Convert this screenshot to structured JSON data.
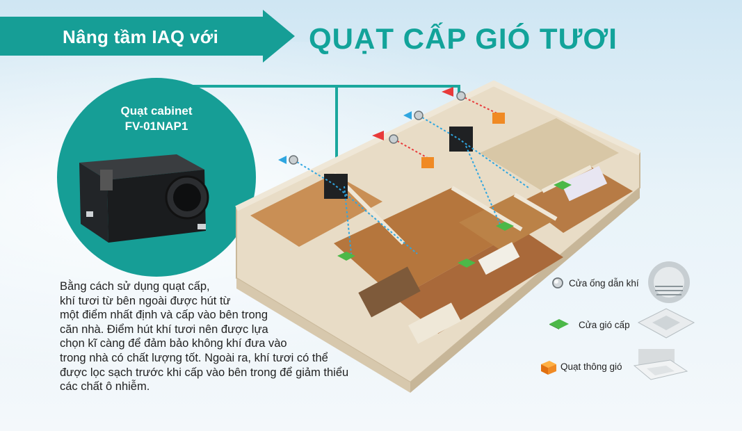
{
  "header": {
    "banner_text": "Nâng tầm IAQ với",
    "title": "QUẠT CẤP GIÓ TƯƠI",
    "accent_color": "#169e96"
  },
  "product": {
    "name": "Quạt cabinet",
    "model": "FV-01NAP1"
  },
  "description": {
    "lines": [
      "Bằng cách sử dụng quạt cấp,",
      "khí tươi từ bên ngoài được hút từ",
      "một điểm nhất định và cấp vào bên trong",
      "căn nhà. Điểm hút khí tươi nên được lựa",
      "chọn kĩ càng để đảm bảo không khí đưa vào",
      "trong nhà có chất lượng tốt. Ngoài ra, khí tươi có thể",
      "được lọc sạch trước khi cấp vào bên trong để giảm thiểu",
      "các chất ô nhiễm."
    ]
  },
  "legend": {
    "items": [
      {
        "label": "Cửa ống dẫn khí",
        "icon": "duct-port-icon",
        "color": "#9aa3a8"
      },
      {
        "label": "Cửa gió cấp",
        "icon": "supply-grille-icon",
        "color": "#4cb848"
      },
      {
        "label": "Quạt thông gió",
        "icon": "ventilation-fan-icon",
        "color": "#f08a24"
      }
    ]
  }
}
